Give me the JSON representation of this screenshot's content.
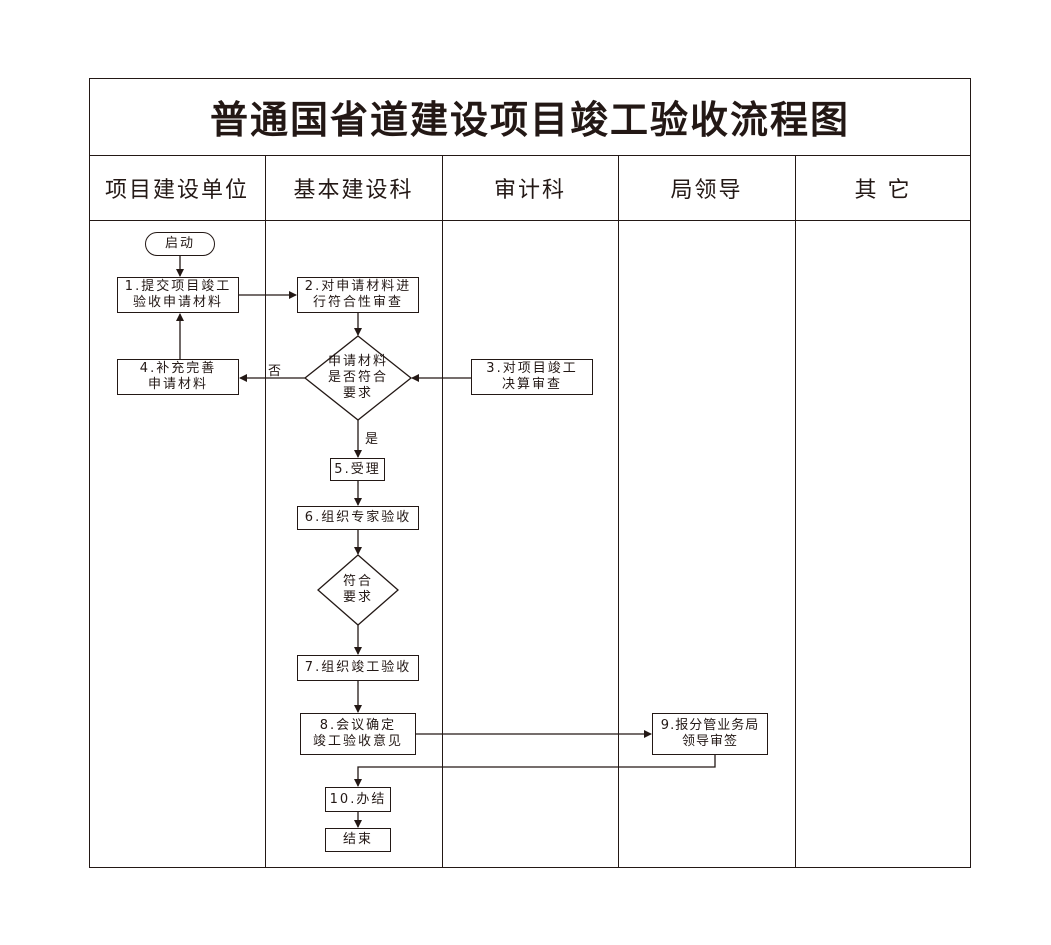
{
  "title": "普通国省道建设项目竣工验收流程图",
  "lanes": [
    "项目建设单位",
    "基本建设科",
    "审计科",
    "局领导",
    "其 它"
  ],
  "nodes": {
    "start": "启动",
    "n1": "1.提交项目竣工\n验收申请材料",
    "n2": "2.对申请材料进\n行符合性审查",
    "d1": "申请材料\n是否符合\n要求",
    "n3": "3.对项目竣工\n决算审查",
    "n4": "4.补充完善\n申请材料",
    "n5": "5.受理",
    "n6": "6.组织专家验收",
    "d2": "符合\n要求",
    "n7": "7.组织竣工验收",
    "n8": "8.会议确定\n竣工验收意见",
    "n9": "9.报分管业务局\n领导审签",
    "n10": "10.办结",
    "end": "结束"
  },
  "labels": {
    "no": "否",
    "yes": "是"
  }
}
